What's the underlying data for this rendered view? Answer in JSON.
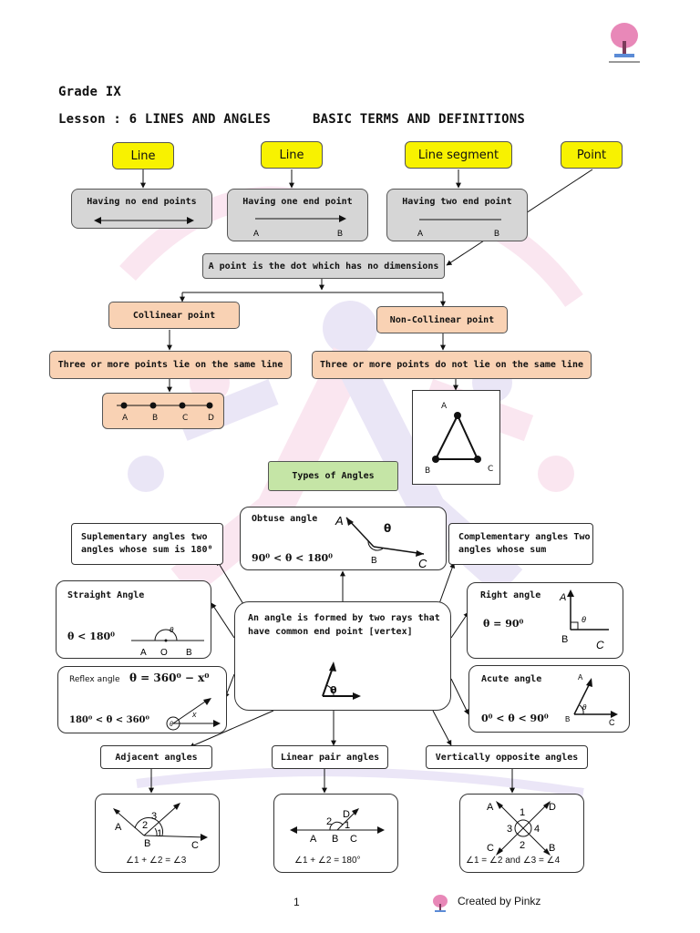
{
  "header": {
    "grade": "Grade IX",
    "lesson": "Lesson  : 6 LINES AND ANGLES",
    "topic": "BASIC TERMS AND DEFINITIONS"
  },
  "terms": {
    "line1": "Line",
    "line2": "Line",
    "segment": "Line segment",
    "point": "Point"
  },
  "defs": {
    "no_end": "Having no end points",
    "one_end": "Having one end point",
    "two_end": "Having two end point",
    "point_def": "A point is the dot which has no dimensions"
  },
  "points": {
    "collinear": "Collinear point",
    "non_collinear": "Non-Collinear point",
    "collinear_def": "Three or more points lie on the same line",
    "non_collinear_def": "Three or more points do not lie on the same line",
    "collinear_labels": [
      "A",
      "B",
      "C",
      "D"
    ],
    "triangle_labels": [
      "A",
      "B",
      "C"
    ]
  },
  "angles": {
    "title": "Types of Angles",
    "center": "An angle is formed by two rays that have common end point  [vertex]",
    "obtuse_title": "Obtuse angle",
    "obtuse_cond": "90⁰ < θ < 180⁰",
    "supplementary": "Suplementary angles two angles whose sum is 180⁰",
    "complementary": "Complementary angles Two angles whose sum",
    "straight_title": "Straight Angle",
    "straight_cond": "θ < 180⁰",
    "right_title": "Right angle",
    "right_cond": "θ = 90⁰",
    "reflex_title": "Reflex angle",
    "reflex_formula": "θ = 360⁰ − x⁰",
    "reflex_cond": "180⁰ < θ < 360⁰",
    "acute_title": "Acute angle",
    "acute_cond": "0⁰ < θ < 90⁰",
    "adjacent": "Adjacent angles",
    "linear_pair": "Linear pair angles",
    "vertically_opposite": "Vertically opposite angles",
    "adjacent_eq": "∠1 + ∠2 = ∠3",
    "linear_eq": "∠1 + ∠2 = 180°",
    "vertical_eq": "∠1 = ∠2 and ∠3 = ∠4",
    "theta": "θ",
    "x": "x"
  },
  "footer": {
    "page": "1",
    "credit": "Created by Pinkz"
  },
  "colors": {
    "yellow": "#f8f200",
    "grey": "#d6d6d6",
    "peach": "#f9d2b4",
    "green": "#c5e5a6",
    "watermark_pink": "#f3b8d6",
    "watermark_purple": "#c6b8e8"
  }
}
